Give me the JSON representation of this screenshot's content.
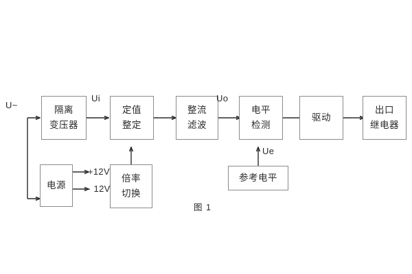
{
  "figure": {
    "caption": "图 1",
    "input_label": "U~",
    "signal_labels": {
      "ui": "Ui",
      "uo": "Uo",
      "ue": "Ue",
      "pos12v": "+12V",
      "neg12v": "· 12V"
    }
  },
  "blocks": {
    "isolation_transformer": {
      "line1": "隔离",
      "line2": "变压器"
    },
    "setting_value": {
      "line1": "定值",
      "line2": "整定"
    },
    "rectify_filter": {
      "line1": "整流",
      "line2": "滤波"
    },
    "level_detection": {
      "line1": "电平",
      "line2": "检测"
    },
    "drive": {
      "line1": "驱动",
      "line2": ""
    },
    "output_relay": {
      "line1": "出口",
      "line2": "继电器"
    },
    "power_supply": {
      "line1": "电源",
      "line2": ""
    },
    "multiplier_switch": {
      "line1": "倍率",
      "line2": "切换"
    },
    "reference_level": {
      "line1": "参考电平",
      "line2": ""
    }
  },
  "colors": {
    "border": "#8a8a8a",
    "text": "#2b2b2b",
    "wire": "#2b2b2b",
    "background": "#ffffff"
  }
}
